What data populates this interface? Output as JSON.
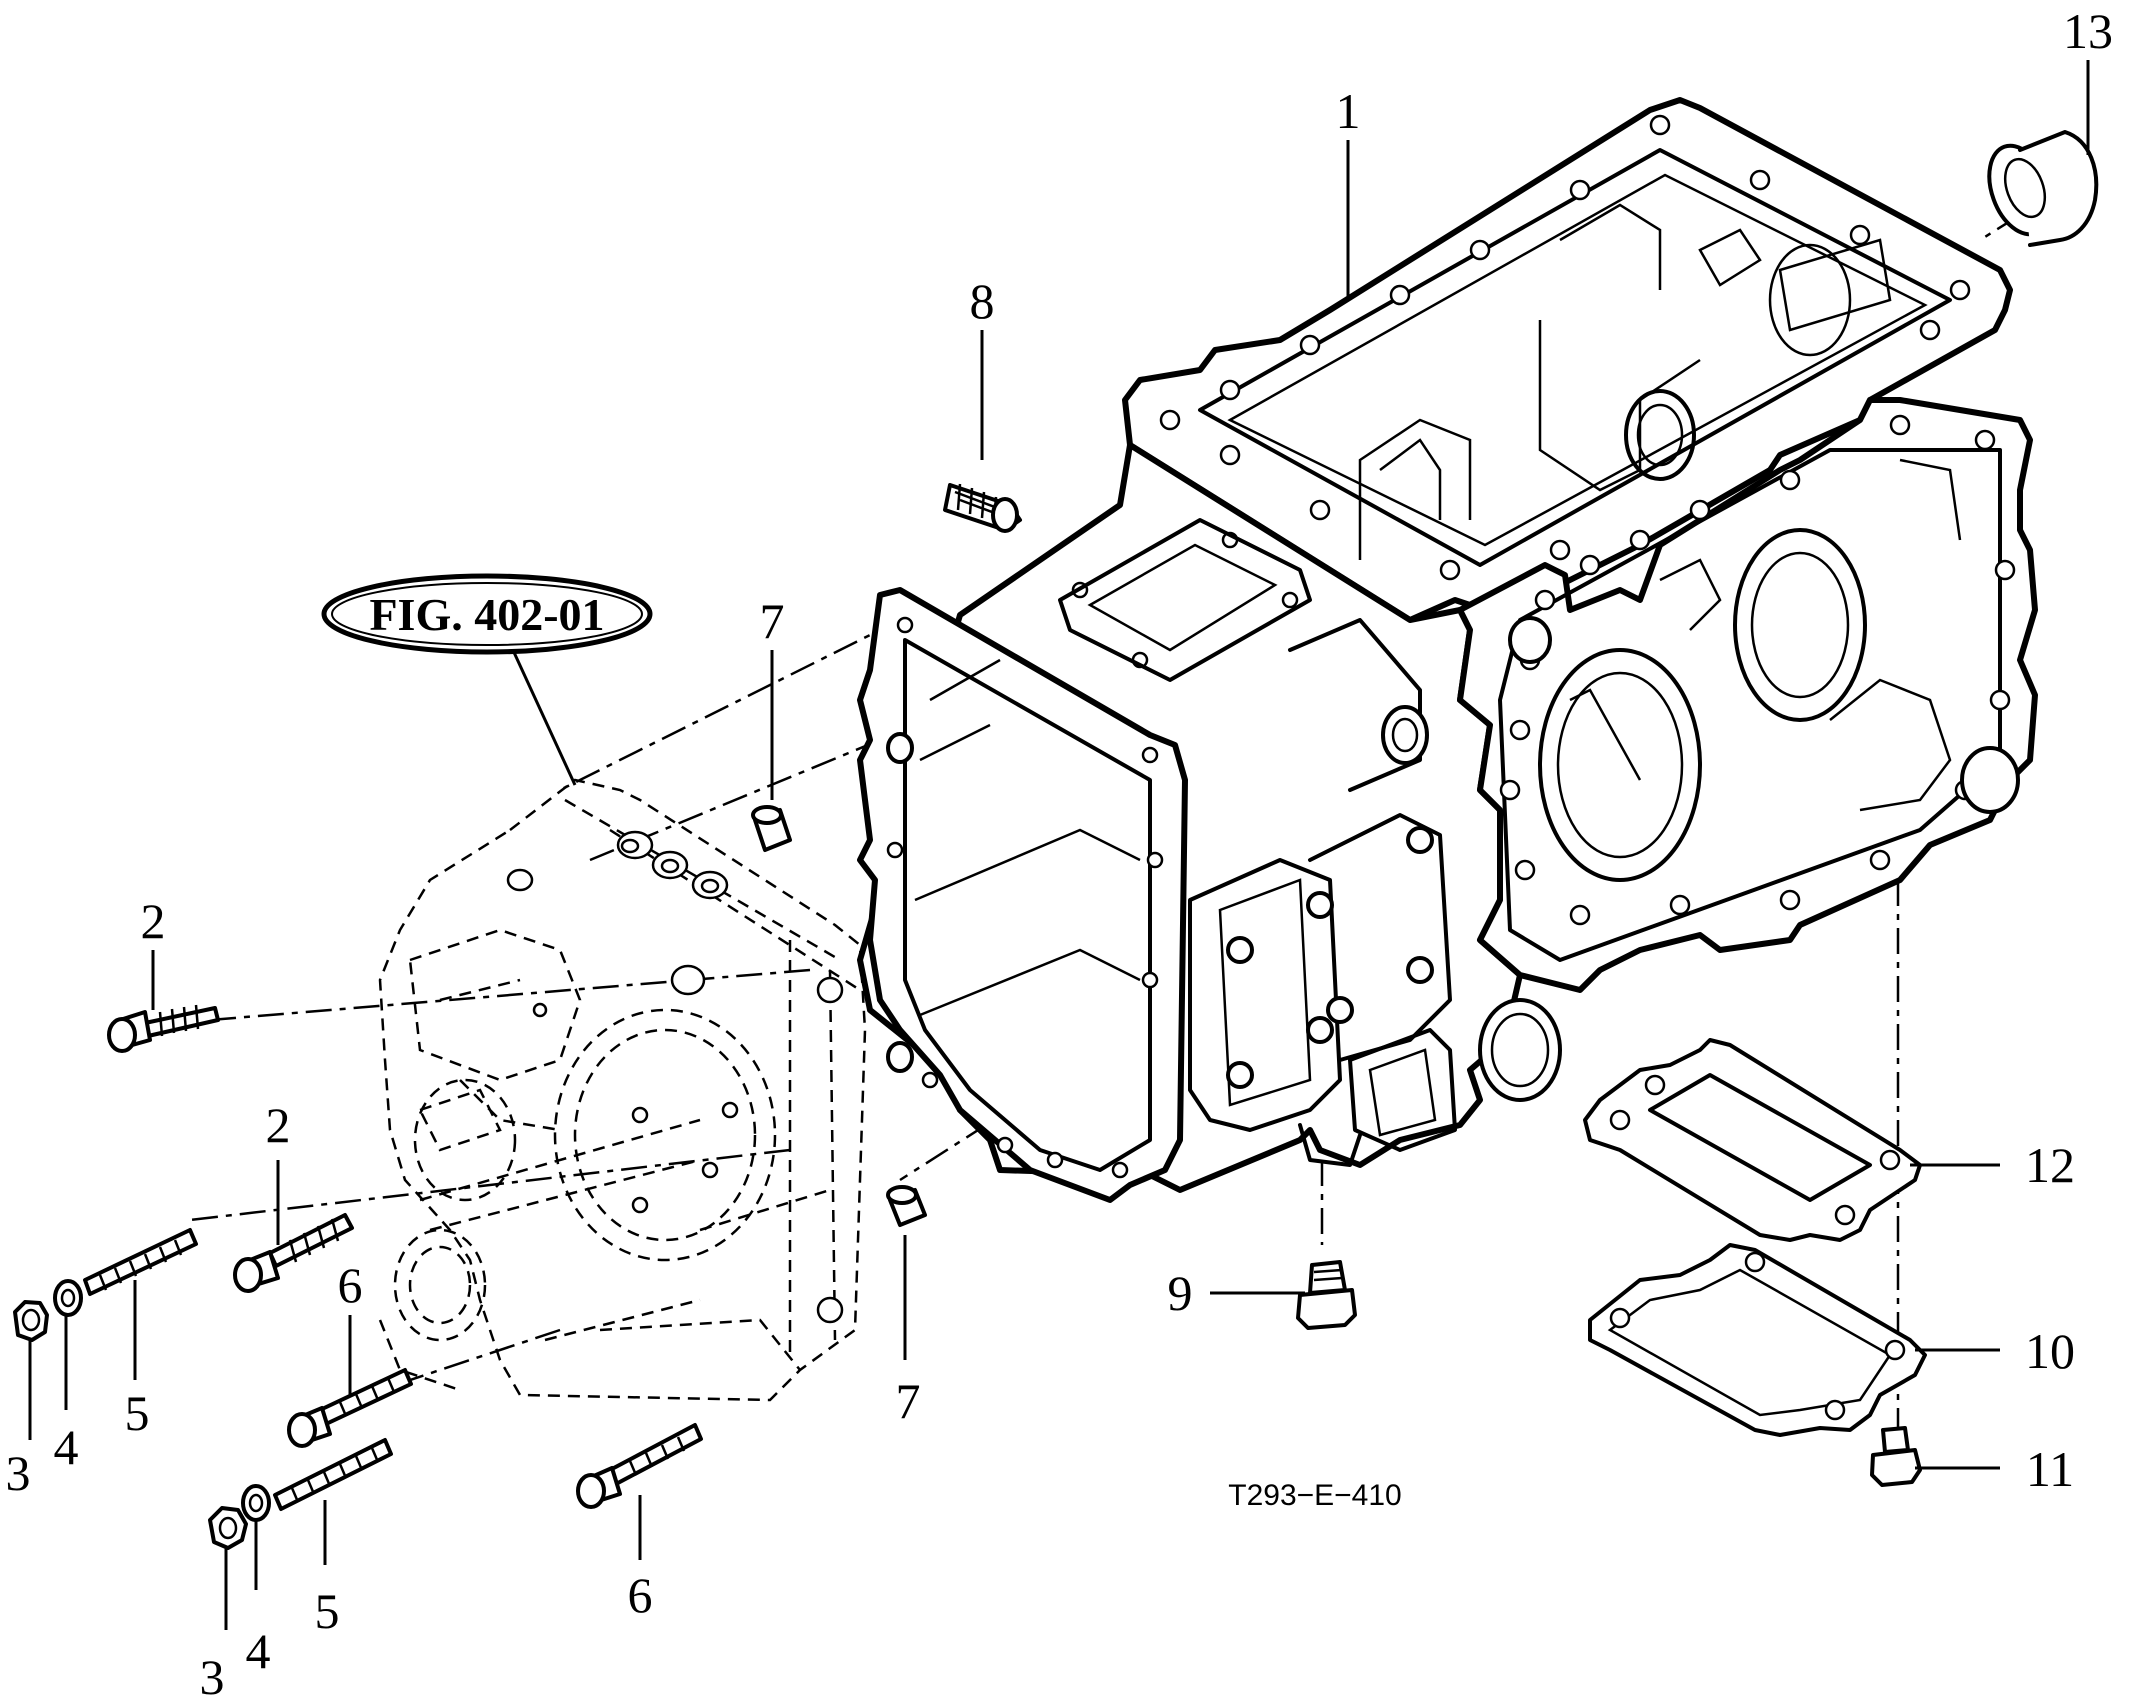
{
  "figure_ref": "FIG. 402-01",
  "drawing_code": "T293−E−410",
  "callouts": {
    "c1": "1",
    "c2a": "2",
    "c2b": "2",
    "c3a": "3",
    "c3b": "3",
    "c4a": "4",
    "c4b": "4",
    "c5a": "5",
    "c5b": "5",
    "c6a": "6",
    "c6b": "6",
    "c7a": "7",
    "c7b": "7",
    "c8": "8",
    "c9": "9",
    "c10": "10",
    "c11": "11",
    "c12": "12",
    "c13": "13"
  }
}
